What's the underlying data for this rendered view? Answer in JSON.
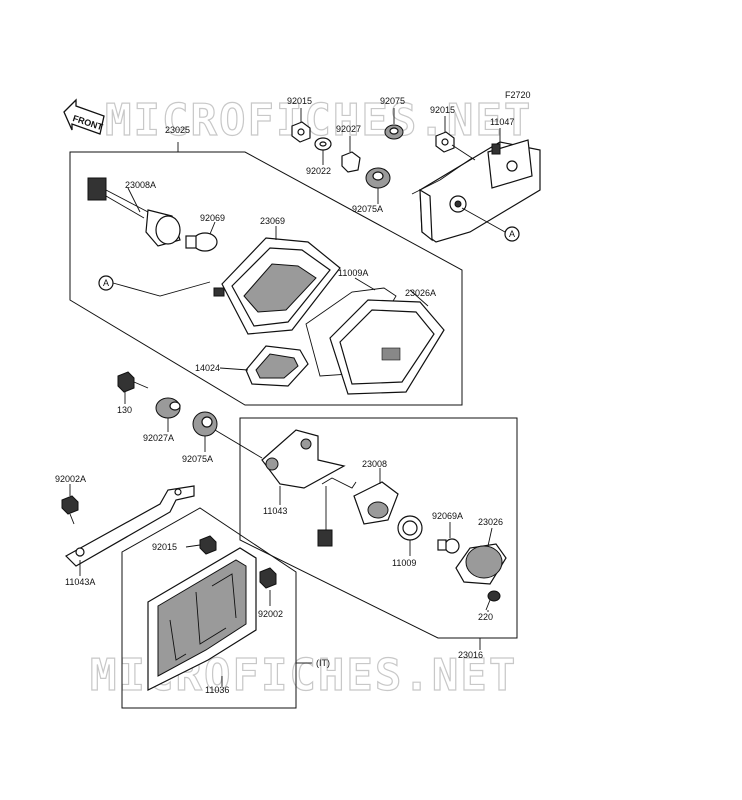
{
  "diagram_code": "F2720",
  "watermark": "MICROFICHES.NET",
  "front_label": "FRONT",
  "reference_marker": "A",
  "regional_note": "(IT)",
  "parts": {
    "p92015_top": "92015",
    "p92075": "92075",
    "p92015_right": "92015",
    "p23025": "23025",
    "p92027": "92027",
    "p11047": "11047",
    "p92022": "92022",
    "p23008A": "23008A",
    "p92075A_top": "92075A",
    "p92069": "92069",
    "p23069": "23069",
    "p11009A": "11009A",
    "p23026A": "23026A",
    "p14024": "14024",
    "p130": "130",
    "p92027A": "92027A",
    "p92075A_mid": "92075A",
    "p23008": "23008",
    "p92002A": "92002A",
    "p11043": "11043",
    "p92069A": "92069A",
    "p23026": "23026",
    "p92015_low": "92015",
    "p11009": "11009",
    "p11043A": "11043A",
    "p92002": "92002",
    "p220": "220",
    "p23016": "23016",
    "p11036": "11036"
  }
}
